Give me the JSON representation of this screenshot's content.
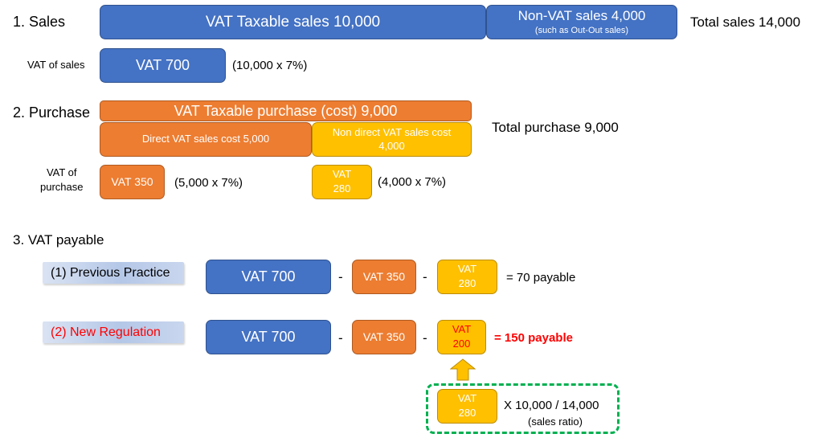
{
  "sales": {
    "heading": "1. Sales",
    "taxable": "VAT Taxable sales 10,000",
    "non_vat": "Non-VAT sales 4,000",
    "non_vat_note": "(such as Out-Out sales)",
    "total": "Total sales 14,000",
    "vat_label": "VAT of sales",
    "vat_box": "VAT 700",
    "vat_calc": "(10,000 x 7%)"
  },
  "purchase": {
    "heading": "2. Purchase",
    "taxable": "VAT Taxable purchase (cost) 9,000",
    "direct": "Direct VAT sales cost 5,000",
    "non_direct_line1": "Non direct VAT sales cost",
    "non_direct_line2": "4,000",
    "total": "Total purchase 9,000",
    "vat_label_line1": "VAT of",
    "vat_label_line2": "purchase",
    "vat_direct": "VAT 350",
    "vat_direct_calc": "(5,000 x 7%)",
    "vat_non_direct_line1": "VAT",
    "vat_non_direct_line2": "280",
    "vat_non_direct_calc": "(4,000 x 7%)"
  },
  "payable": {
    "heading": "3. VAT payable",
    "previous": {
      "label": "(1) Previous Practice",
      "vat_sales": "VAT 700",
      "minus1": "-",
      "vat_direct": "VAT 350",
      "minus2": "-",
      "vat_nd_line1": "VAT",
      "vat_nd_line2": "280",
      "result": "= 70 payable"
    },
    "new": {
      "label": "(2) New Regulation",
      "vat_sales": "VAT 700",
      "minus1": "-",
      "vat_direct": "VAT 350",
      "minus2": "-",
      "vat_nd_line1": "VAT",
      "vat_nd_line2": "200",
      "result": "= 150 payable"
    },
    "ratio": {
      "vat_line1": "VAT",
      "vat_line2": "280",
      "formula": "X 10,000 / 14,000",
      "note": "(sales ratio)"
    }
  },
  "colors": {
    "blue": "#4472c4",
    "orange": "#ed7d31",
    "yellow": "#ffc000",
    "red": "#ff0000",
    "green_dashed": "#00b050"
  }
}
